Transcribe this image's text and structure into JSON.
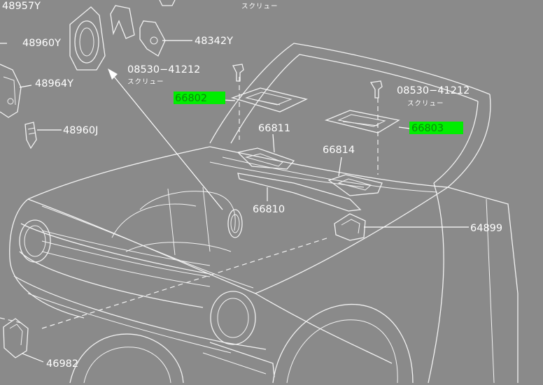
{
  "labels": {
    "p48957": "48957Y",
    "p48960_top": "48960Y",
    "p48964": "48964Y",
    "p48960_j": "48960J",
    "p48342": "48342Y",
    "screw_left_code": "08530−41212",
    "screw_left_jp": "スクリュー",
    "screw_right_code": "08530−41212",
    "screw_right_jp": "スクリュー",
    "top_jp": "スクリュー",
    "p66802": "66802",
    "p66803": "66803",
    "p66811": "66811",
    "p66814": "66814",
    "p66810": "66810",
    "p64899": "64899",
    "p46982": "46982"
  },
  "colors": {
    "background": "#8a8a8a",
    "line": "#f2f2f2",
    "highlight": "#00ee00",
    "highlight_text": "#0a8a0a"
  }
}
